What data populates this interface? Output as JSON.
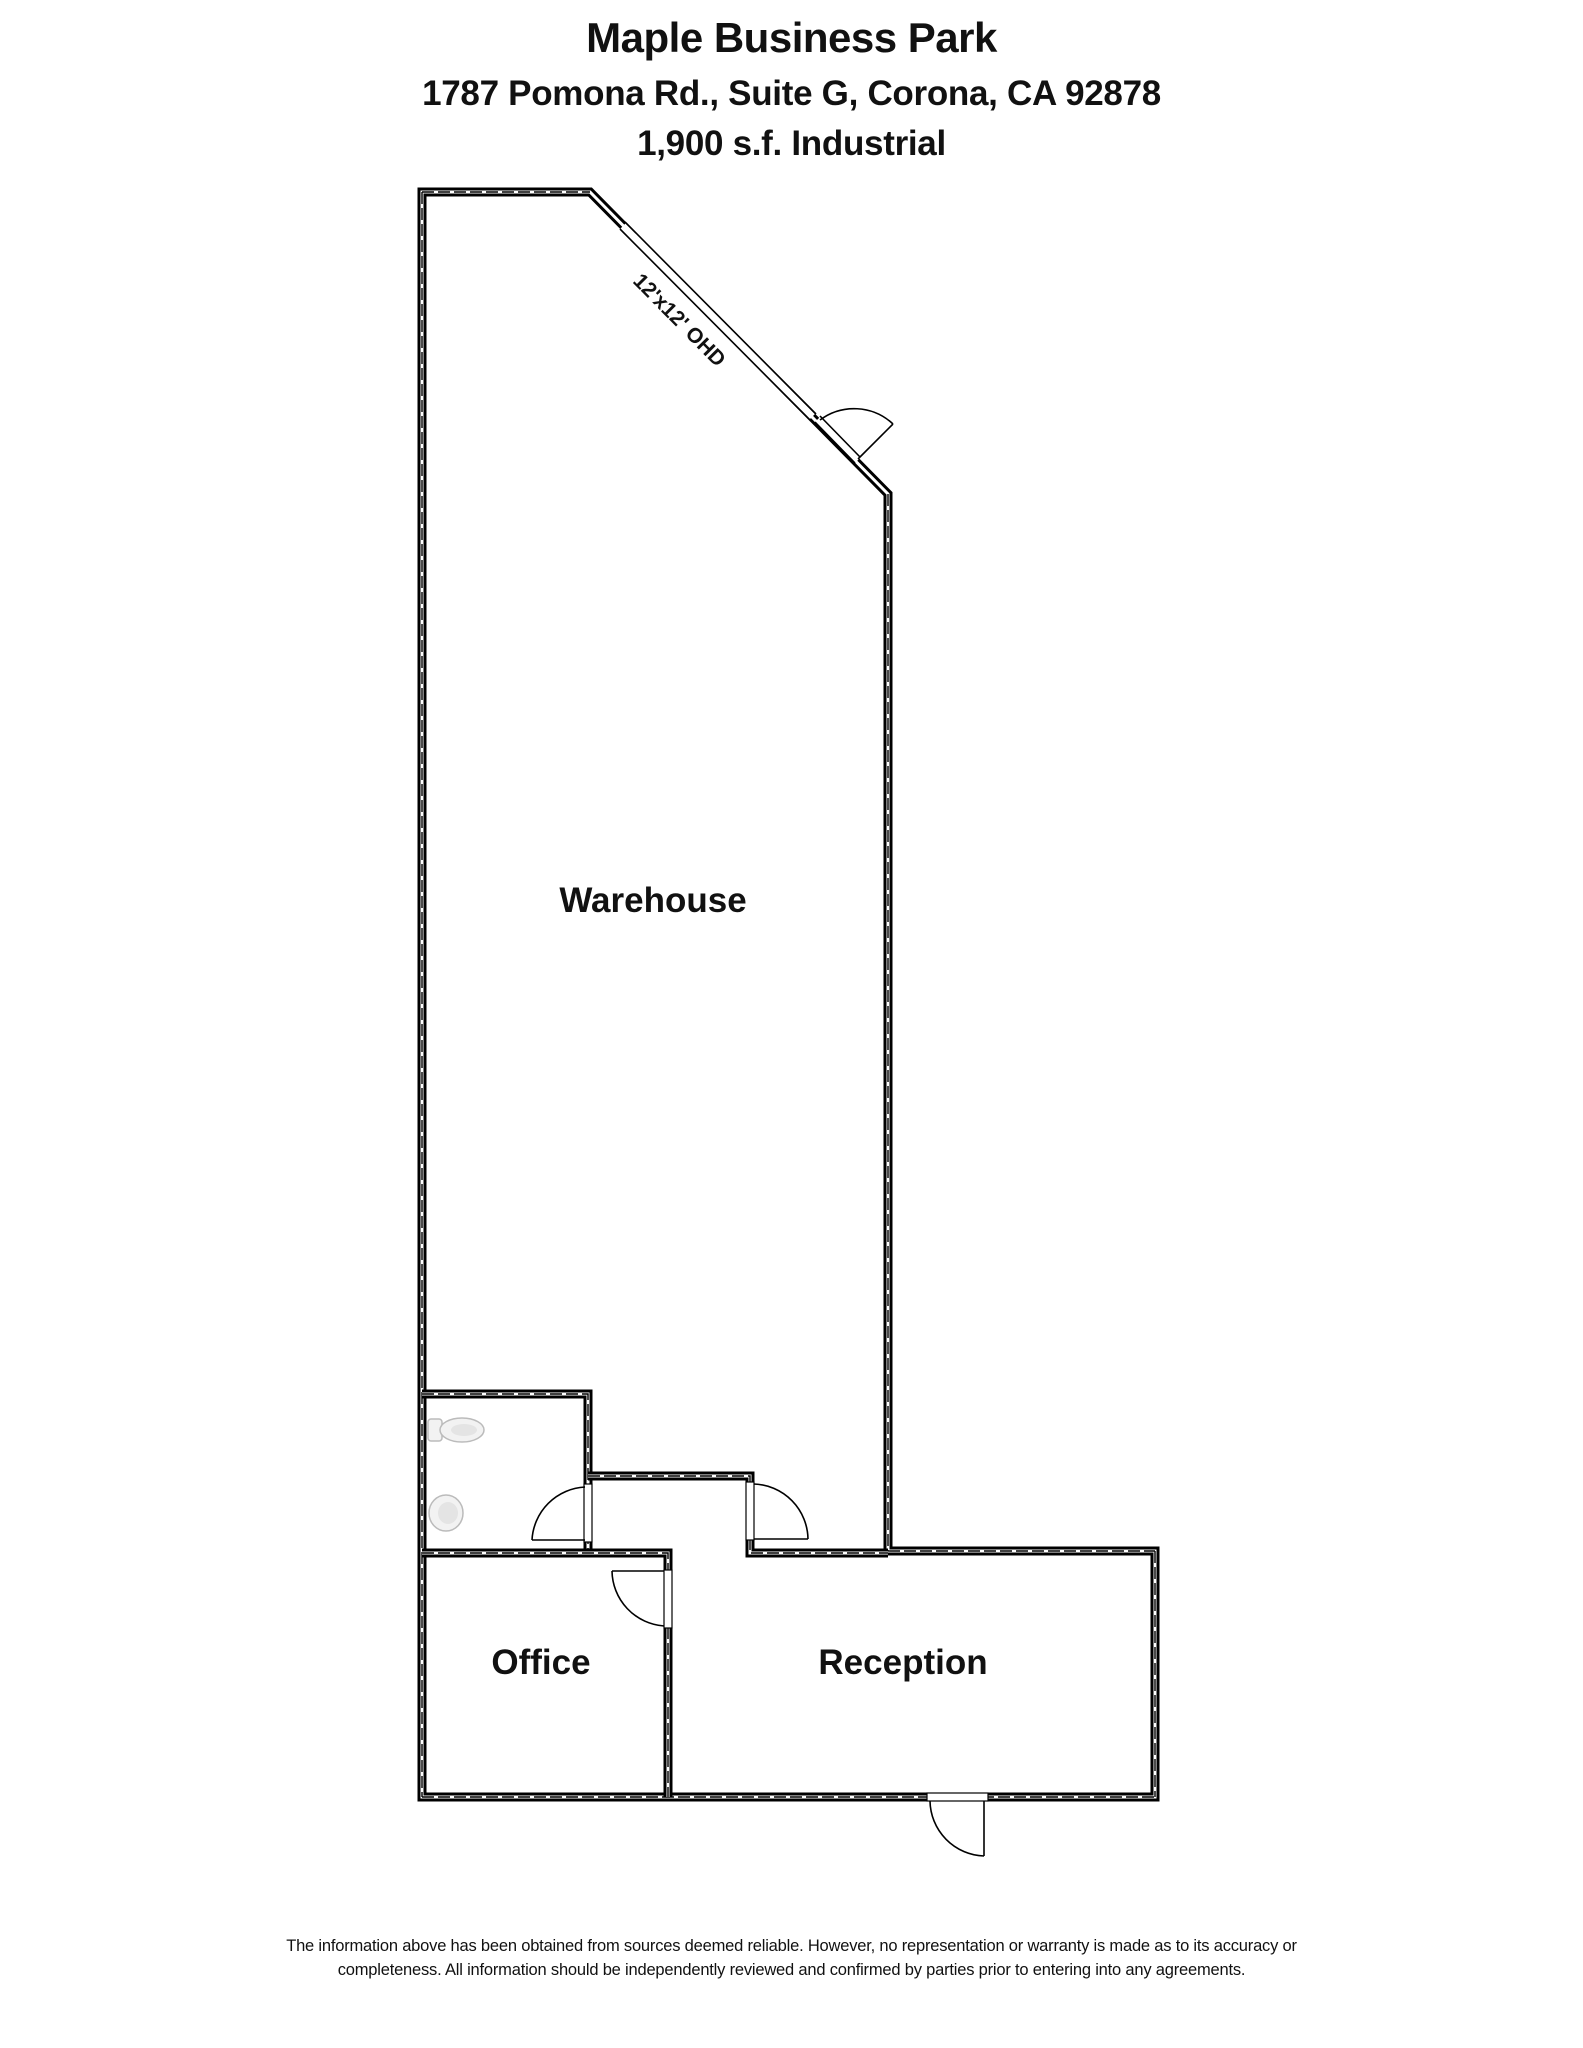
{
  "header": {
    "title": "Maple Business Park",
    "address": "1787 Pomona Rd., Suite G, Corona, CA 92878",
    "size": "1,900 s.f. Industrial"
  },
  "plan": {
    "rooms": [
      {
        "name": "Warehouse"
      },
      {
        "name": "Office"
      },
      {
        "name": "Reception"
      }
    ],
    "annotations": {
      "overhead_door": "12'x12' OHD"
    },
    "fixtures": [
      "toilet-icon",
      "sink-icon"
    ],
    "doors": [
      "overhead-door",
      "warehouse-man-door",
      "restroom-door",
      "corridor-warehouse-door",
      "office-door",
      "entry-door"
    ]
  },
  "footer": {
    "line1": "The information above has been obtained from sources deemed reliable. However, no representation or warranty is made as to its accuracy or",
    "line2": "completeness. All information should be independently reviewed and confirmed by parties prior to entering into any agreements."
  },
  "colors": {
    "line": "#000000",
    "background": "#ffffff"
  }
}
